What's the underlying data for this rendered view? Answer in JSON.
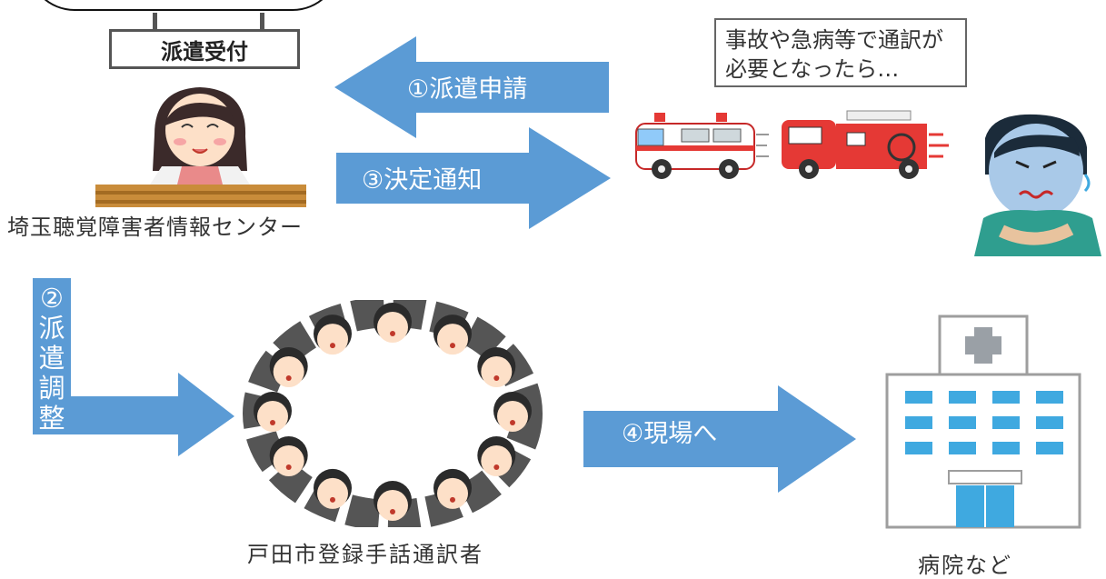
{
  "sign": {
    "label": "派遣受付"
  },
  "speech": {
    "line1": "事故や急病等で通訳が",
    "line2": "必要となったら…"
  },
  "arrows": {
    "request": "①派遣申請",
    "notice": "③決定通知",
    "adjust": [
      "②",
      "派",
      "遣",
      "調",
      "整"
    ],
    "to_site": "④現場へ"
  },
  "captions": {
    "center": "埼玉聴覚障害者情報センター",
    "interpreters": "戸田市登録手話通訳者",
    "hospital": "病院など"
  },
  "colors": {
    "arrow": "#5b9bd5",
    "ambulance_red": "#e53935",
    "hospital_blue": "#3fa9e0"
  }
}
